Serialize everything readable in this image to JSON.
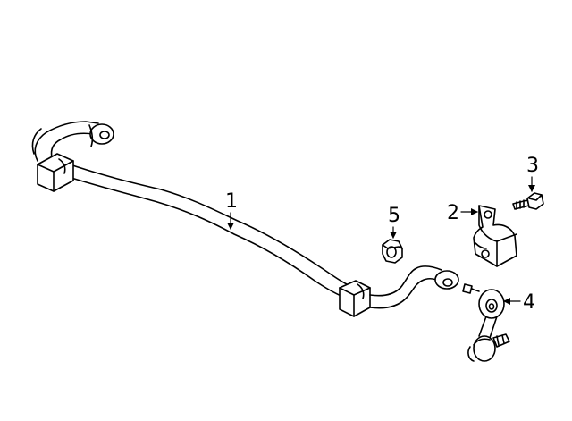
{
  "callouts": [
    {
      "id": "1",
      "label": "1",
      "part": "stabilizer-bar"
    },
    {
      "id": "2",
      "label": "2",
      "part": "bushing-holder"
    },
    {
      "id": "3",
      "label": "3",
      "part": "bolt"
    },
    {
      "id": "4",
      "label": "4",
      "part": "stabilizer-link"
    },
    {
      "id": "5",
      "label": "5",
      "part": "nut"
    }
  ]
}
